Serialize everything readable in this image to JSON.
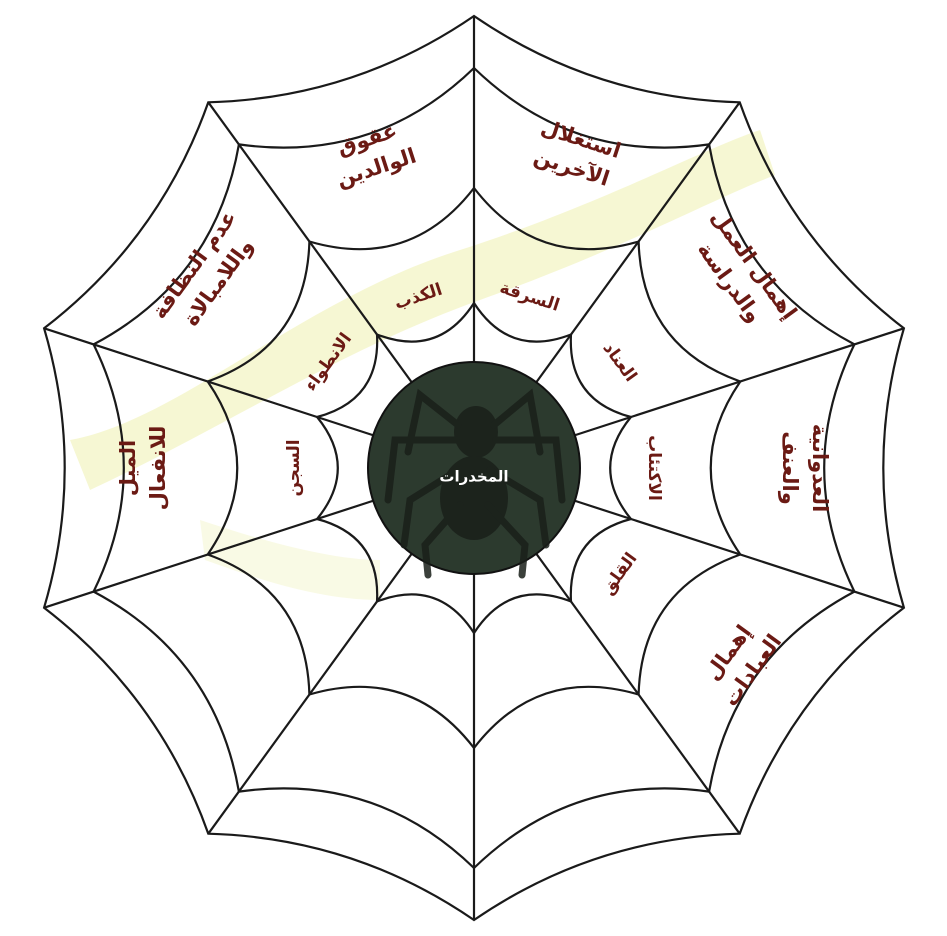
{
  "diagram": {
    "center": {
      "label": "المخدرات"
    },
    "outer_labels": [
      {
        "id": "exploitation",
        "lines": [
          "استغلال",
          "الآخرين"
        ]
      },
      {
        "id": "neglect-study",
        "lines": [
          "إهمال العمل",
          "والدراسة"
        ]
      },
      {
        "id": "aggression",
        "lines": [
          "العدوانية",
          "والعنف"
        ]
      },
      {
        "id": "neglect-worship",
        "lines": [
          "إهمال",
          "العبادات"
        ]
      },
      {
        "id": "outer-bottom-right",
        "lines": [
          "",
          ""
        ]
      },
      {
        "id": "outer-bottom",
        "lines": [
          "",
          ""
        ]
      },
      {
        "id": "outer-bottom-left",
        "lines": [
          "",
          ""
        ]
      },
      {
        "id": "isolation",
        "lines": [
          "الميل",
          "للانفعال"
        ]
      },
      {
        "id": "uncleanliness",
        "lines": [
          "عدم النظافة",
          "واللامبالاة"
        ]
      },
      {
        "id": "disobedience",
        "lines": [
          "عقوق",
          "الوالدين"
        ]
      }
    ],
    "inner_labels": [
      {
        "id": "theft",
        "text": "السرقة"
      },
      {
        "id": "stubbornness",
        "text": "العناد"
      },
      {
        "id": "depression",
        "text": "الاكتئاب"
      },
      {
        "id": "anxiety",
        "text": "القلق"
      },
      {
        "id": "inner-bottom-right",
        "text": ""
      },
      {
        "id": "inner-bottom",
        "text": ""
      },
      {
        "id": "inner-bottom-left",
        "text": ""
      },
      {
        "id": "prison",
        "text": "السجن"
      },
      {
        "id": "introversion",
        "text": "الانطواء"
      },
      {
        "id": "lying",
        "text": "الكذب"
      }
    ]
  },
  "colors": {
    "label": "#6b1a14",
    "center_fill": "#2c3a2e",
    "highlight": "#f3f4c4",
    "line": "#1a1a1a"
  }
}
